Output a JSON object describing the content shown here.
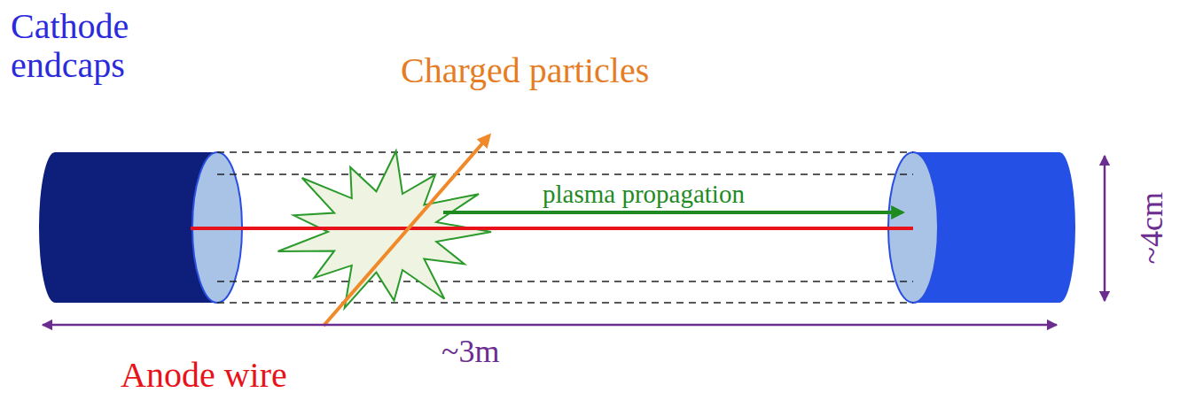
{
  "diagram": {
    "labels": [
      "Cathode endcaps",
      "Charged particles",
      "plasma propagation",
      "~4cm",
      "~3m",
      "Anode wire"
    ]
  }
}
